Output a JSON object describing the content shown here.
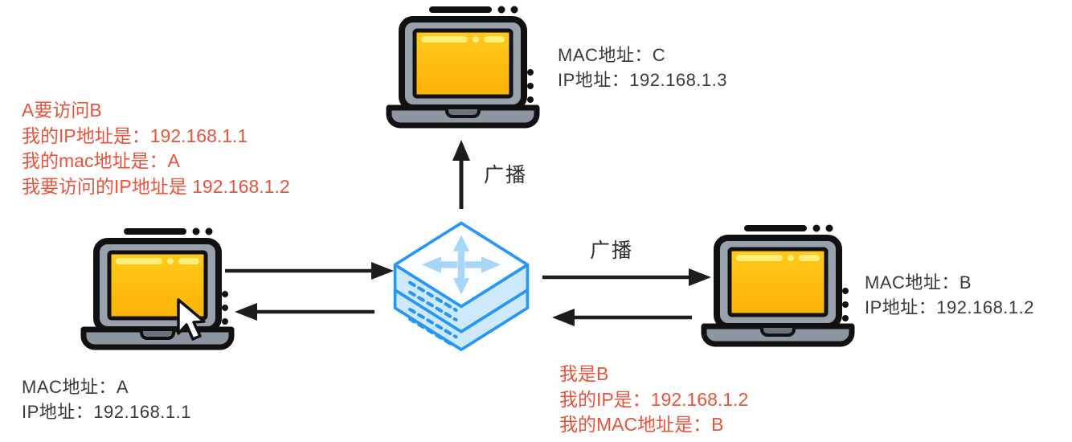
{
  "diagram_title": "ARP broadcast between hosts through a switch",
  "colors": {
    "note_red": "#e8533b",
    "label_text": "#3a3a3a",
    "arrow_black": "#1d1d1d",
    "switch_outline_blue": "#2897f3",
    "switch_fill_blue": "#cfe9fc",
    "switch_arrow_blue": "#a8d6f7",
    "laptop_screen_yellow": "#ffc010",
    "laptop_frame_gray": "#99a1ad"
  },
  "nodes": {
    "a": {
      "mac_line": "MAC地址：A",
      "ip_line": "IP地址：192.168.1.1"
    },
    "b": {
      "mac_line": "MAC地址：B",
      "ip_line": "IP地址：192.168.1.2"
    },
    "c": {
      "mac_line": "MAC地址：C",
      "ip_line": "IP地址：192.168.1.3"
    }
  },
  "notes": {
    "arp_request": {
      "lines": [
        "A要访问B",
        "我的IP地址是：192.168.1.1",
        "我的mac地址是：A",
        "我要访问的IP地址是 192.168.1.2"
      ]
    },
    "arp_reply": {
      "lines": [
        "我是B",
        "我的IP是：192.168.1.2",
        "我的MAC地址是：B"
      ]
    }
  },
  "arrows": {
    "broadcast_up_label": "广播",
    "broadcast_right_label": "广播"
  }
}
